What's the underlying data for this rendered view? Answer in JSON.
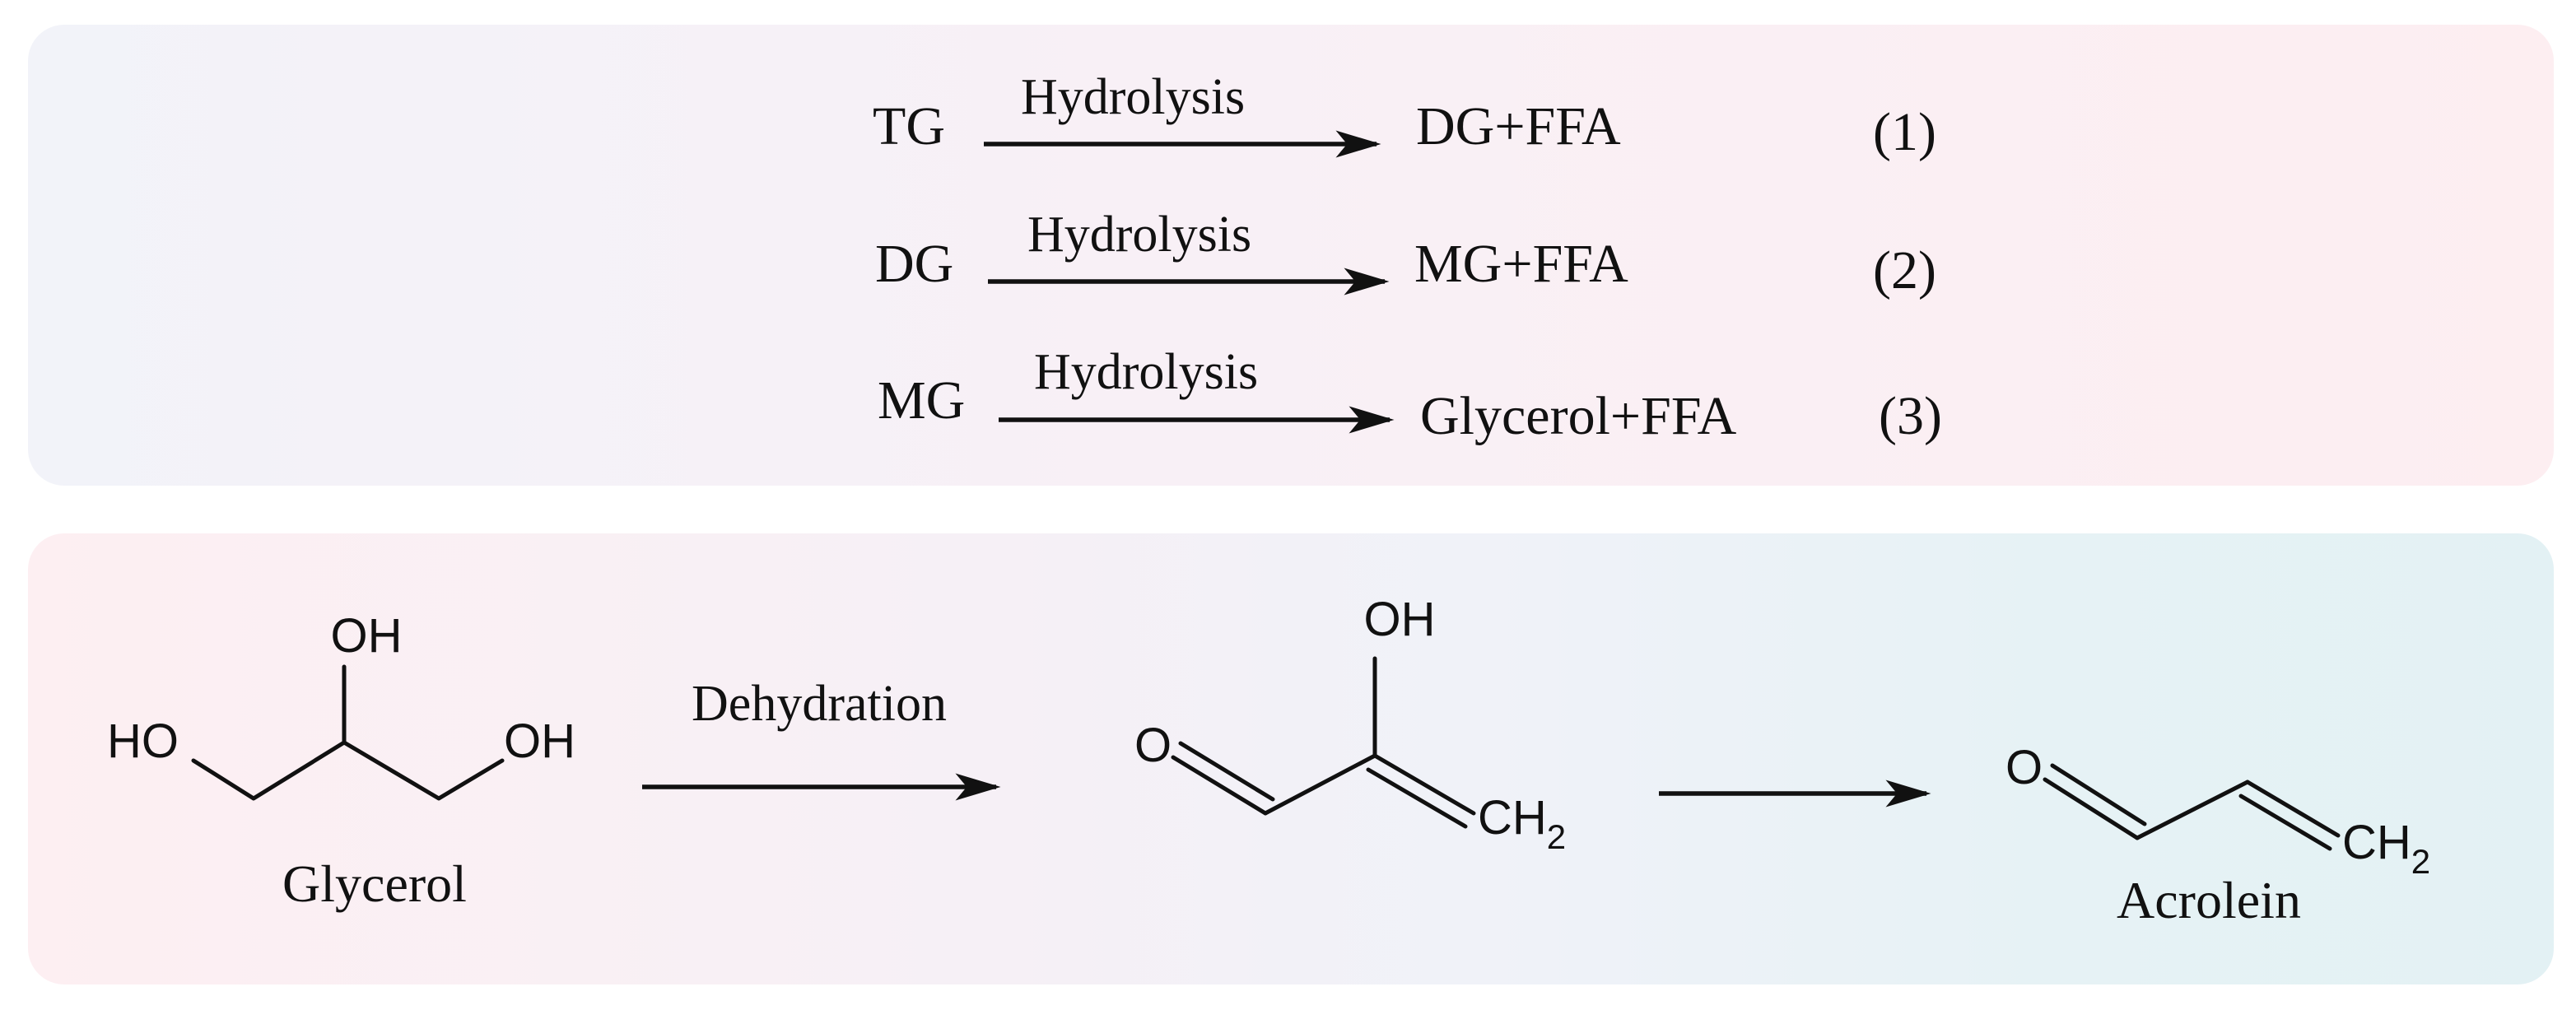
{
  "hydrolysis_equations": [
    {
      "reactant": "TG",
      "condition": "Hydrolysis",
      "products": "DG+FFA",
      "number": "(1)"
    },
    {
      "reactant": "DG",
      "condition": "Hydrolysis",
      "products": "MG+FFA",
      "number": "(2)"
    },
    {
      "reactant": "MG",
      "condition": "Hydrolysis",
      "products": "Glycerol+FFA",
      "number": "(3)"
    }
  ],
  "dehydration_scheme": {
    "glycerol": {
      "name": "Glycerol",
      "oh_top": "OH",
      "oh_left": "HO",
      "oh_right": "OH"
    },
    "step1_condition": "Dehydration",
    "intermediate": {
      "oh": "OH",
      "o": "O",
      "ch2": "CH",
      "ch2_sub": "2"
    },
    "acrolein": {
      "name": "Acrolein",
      "o": "O",
      "ch2": "CH",
      "ch2_sub": "2"
    }
  }
}
